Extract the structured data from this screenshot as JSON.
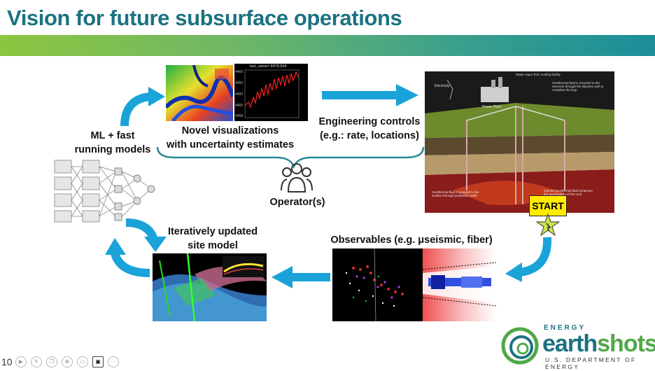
{
  "slide": {
    "title": "Vision for future subsurface operations",
    "page_number": "10"
  },
  "labels": {
    "ml_line1": "ML + fast",
    "ml_line2": "running models",
    "viz_line1": "Novel visualizations",
    "viz_line2": "with uncertainty estimates",
    "eng_line1": "Engineering controls",
    "eng_line2": "(e.g.: rate, locations)",
    "operator": "Operator(s)",
    "site_line1": "Iteratively updated",
    "site_line2": "site model",
    "observables": "Observables (e.g. μseismic, fiber)",
    "start": "START"
  },
  "chart_inset": {
    "title": "last_value= 4479.504",
    "y_ticks": [
      "4460",
      "4455",
      "4460",
      "4465",
      "4458"
    ]
  },
  "geothermal": {
    "water_vapor": "Water vapor from cooling facility",
    "electricity": "Electricity",
    "recycled": "Geothermal fluid is recycled to the reservoir through the injection well to complete the loop",
    "power_plant": "Power Plant",
    "pumped": "Geothermal fluid is pumped to the surface through production wells",
    "injected": "Injected geothermal fluid enhances the permeability of the rock"
  },
  "logo": {
    "energy": "ENERGY",
    "earth": "earth",
    "shots": "shots",
    "department": "U.S. DEPARTMENT OF ENERGY"
  },
  "colors": {
    "title": "#1b7281",
    "arrow": "#1aa3d9",
    "bracket": "#2c8a98",
    "start_fill": "#ffeb00"
  },
  "toolbar_icons": [
    "play-icon",
    "pen-icon",
    "copy-icon",
    "zoom-icon",
    "subtitles-icon",
    "camera-icon",
    "more-icon"
  ]
}
